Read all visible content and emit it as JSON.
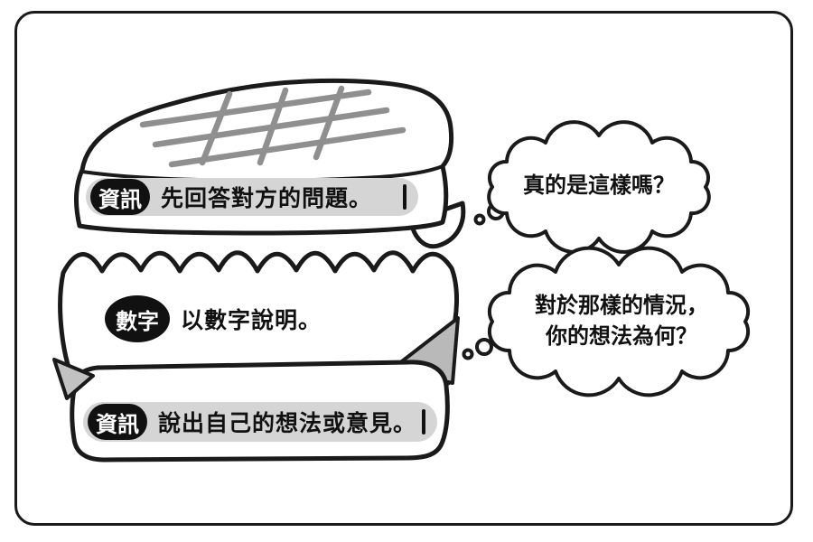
{
  "figure": {
    "type": "sandwich-explanation-diagram"
  },
  "layers": [
    {
      "badge": "資訊",
      "text": "先回答對方的問題。"
    },
    {
      "badge": "數字",
      "text": "以數字說明。"
    },
    {
      "badge": "資訊",
      "text": "說出自己的想法或意見。"
    }
  ],
  "thoughts": [
    {
      "line1": "真的是這樣嗎？"
    },
    {
      "line1": "對於那樣的情況，",
      "line2": "你的想法為何？"
    }
  ],
  "colors": {
    "outline": "#1a1a1a",
    "band_gray": "#d5d5d5",
    "badge_black": "#111111",
    "badge_text": "#ffffff",
    "grill_gray": "#8f8f8f",
    "cheese_gray": "#b9b9b9",
    "fold_gray": "#c2c2c2"
  }
}
